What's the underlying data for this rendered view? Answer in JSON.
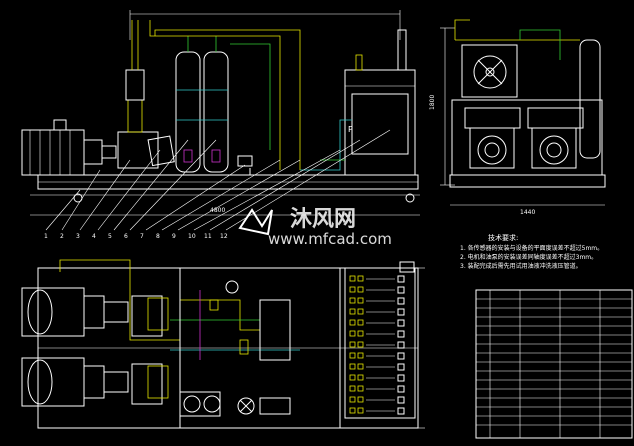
{
  "watermark": {
    "brand_cn": "沐风网",
    "url": "www.mfcad.com"
  },
  "technical_requirements": {
    "title": "技术要求:",
    "items": [
      "1. 各传感器的安装与设备的平面度误差不超过5mm。",
      "2. 电机和油泵的安装误差同轴度误差不超过3mm。",
      "3. 装配完成后需先用试用油液冲洗液压管道。"
    ]
  },
  "front_view": {
    "dimension_overall": "4800",
    "part_numbers": [
      "1",
      "2",
      "3",
      "4",
      "5",
      "6",
      "7",
      "8",
      "9",
      "10",
      "11",
      "12"
    ],
    "tank_label": "P"
  },
  "side_view": {
    "dimension_width": "1440",
    "dimension_height": "1800"
  },
  "colors": {
    "background": "#000000",
    "line": "#ffffff",
    "accent_yellow": "#e8e800",
    "accent_green": "#33cc33",
    "accent_cyan": "#33cccc",
    "accent_magenta": "#cc33cc"
  }
}
